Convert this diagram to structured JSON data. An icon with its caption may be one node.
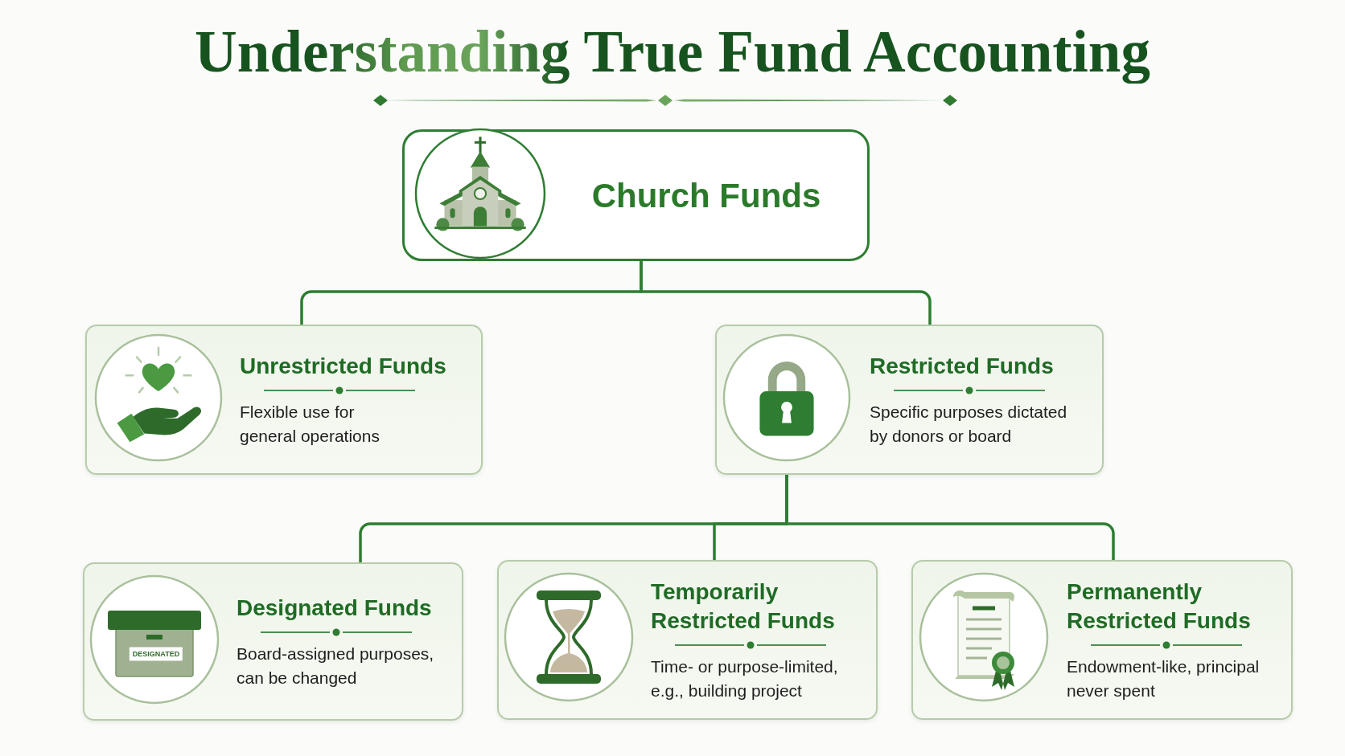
{
  "diagram": {
    "title": "Understanding True Fund Accounting",
    "nodes": [
      {
        "text": [
          "Church Funds"
        ]
      },
      {
        "text": [
          "Unrestricted Funds",
          "Flexible use for general operations"
        ]
      },
      {
        "text": [
          "Restricted Funds",
          "Specific purposes dictated by donors or board"
        ]
      },
      {
        "text": [
          "Designated Funds",
          "Board-assigned purposes, can be changed"
        ]
      },
      {
        "text": [
          "Temporarily Restricted Funds",
          "Time- or purpose-limited, e.g., building project"
        ]
      },
      {
        "text": [
          "Permanently Restricted Funds",
          "Endowment-like, principal never spent"
        ]
      }
    ],
    "edges": [
      {
        "from": 0,
        "to": 1,
        "arrow": "none"
      },
      {
        "from": 0,
        "to": 2,
        "arrow": "none"
      },
      {
        "from": 2,
        "to": 3,
        "arrow": "none"
      },
      {
        "from": 2,
        "to": 4,
        "arrow": "none"
      },
      {
        "from": 2,
        "to": 5,
        "arrow": "none"
      }
    ],
    "labels": [
      "DESIGNATED"
    ]
  }
}
